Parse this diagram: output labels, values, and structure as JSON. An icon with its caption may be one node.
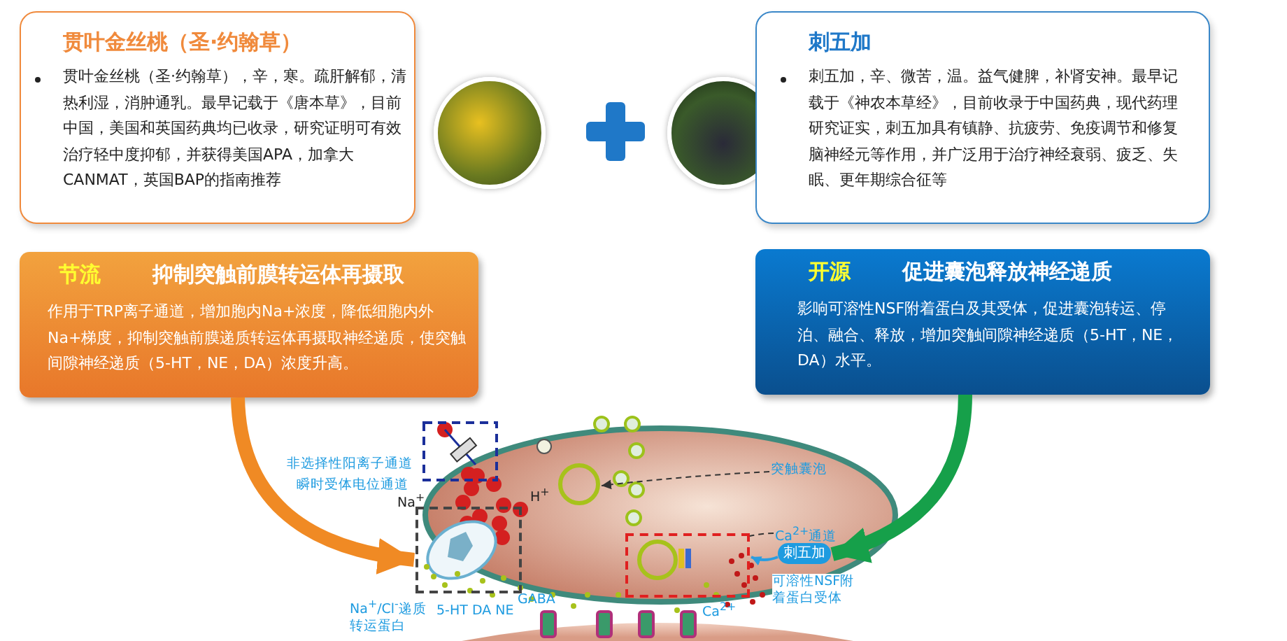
{
  "diagram": {
    "nodes": [
      {
        "text": [
          "贯叶金丝桃（圣·约翰草）",
          "贯叶金丝桃（圣·约翰草），辛，寒。疏肝解郁，清热利湿，消肿通乳。最早记载于《唐本草》，目前中国，美国和英国药典均已收录，研究证明可有效治疗轻中度抑郁，并获得美国APA，加拿大CANMAT，英国BAP的指南推荐"
        ]
      },
      {
        "text": [
          "刺五加",
          "刺五加，辛、微苦，温。益气健脾，补肾安神。最早记载于《神农本草经》，目前收录于中国药典，现代药理研究证实，刺五加具有镇静、抗疲劳、免疫调节和修复脑神经元等作用，并广泛用于治疗神经衰弱、疲乏、失眠、更年期综合征等"
        ]
      },
      {
        "text": [
          "节流",
          "抑制突触前膜转运体再摄取",
          "作用于TRP离子通道，增加胞内Na+浓度，降低细胞内外Na+梯度，抑制突触前膜递质转运体再摄取神经递质，使突触间隙神经递质（5-HT，NE，DA）浓度升高。"
        ]
      },
      {
        "text": [
          "开源",
          "促进囊泡释放神经递质",
          "影响可溶性NSF附着蛋白及其受体，促进囊泡转运、停泊、融合、释放，增加突触间隙神经递质（5-HT，NE，DA）水平。"
        ]
      },
      {
        "text": [],
        "shape": "box"
      },
      {
        "text": [],
        "shape": "box"
      },
      {
        "text": [
          "刺五加"
        ]
      },
      {
        "text": [
          "突触囊泡"
        ]
      },
      {
        "text": [],
        "shape": "circle"
      },
      {
        "text": [
          "Ca$^{2+}$通道"
        ]
      }
    ],
    "edges": [
      {
        "from": 2,
        "to": 4,
        "arrow": "to",
        "style": "thick",
        "color": "#f08a24"
      },
      {
        "from": 3,
        "to": 6,
        "arrow": "to",
        "style": "thick",
        "color": "#16a04a"
      },
      {
        "from": 6,
        "to": 5,
        "arrow": "to",
        "color": "#2a9de0"
      },
      {
        "from": 7,
        "to": 8,
        "arrow": "to",
        "style": "dashed",
        "color": "#333333"
      },
      {
        "from": 9,
        "to": 5,
        "arrow": "none",
        "style": "dashed",
        "color": "#333333"
      }
    ],
    "labels": [
      "非选择性阳离子通道",
      "瞬时受体电位通道",
      "Na$^{+}$",
      "H$^{+}$",
      "Na$^{+}$/Cl$^{-}$递质转运蛋白",
      "5-HT DA NE",
      "GABA",
      "Ca$^{2+}$",
      "可溶性NSF附着蛋白受体"
    ]
  }
}
